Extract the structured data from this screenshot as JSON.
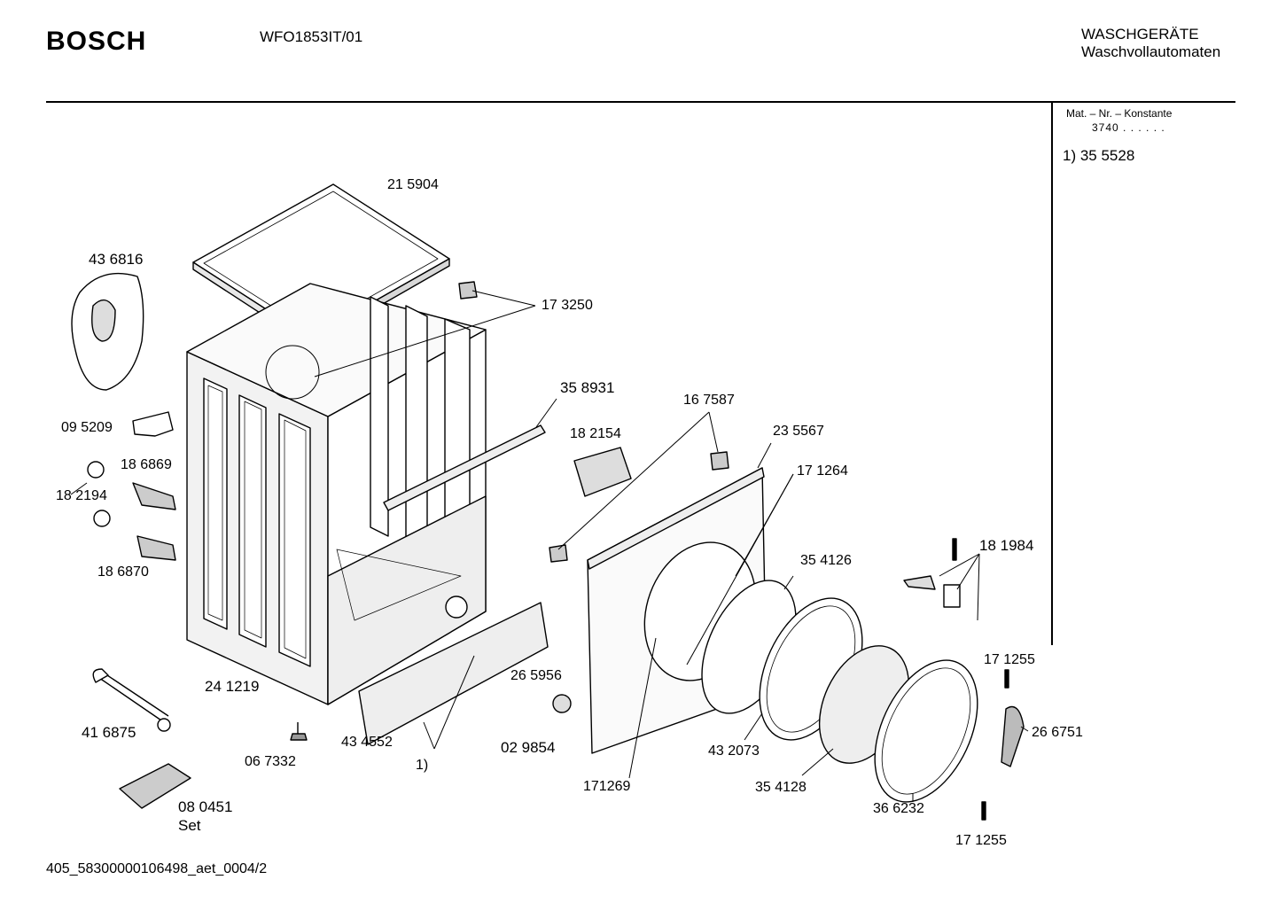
{
  "header": {
    "brand": "BOSCH",
    "model": "WFO1853IT/01",
    "category_line1": "WASCHGERÄTE",
    "category_line2": "Waschvollautomaten"
  },
  "sidebar": {
    "mat_label": "Mat. – Nr. – Konstante",
    "mat_value": "3740  .  .   .  .  .  .",
    "note": "1)  35 5528"
  },
  "footer": {
    "doc_id": "405_58300000106498_aet_0004/2"
  },
  "parts": [
    {
      "id": "p1",
      "label": "21 5904"
    },
    {
      "id": "p2",
      "label": "43 6816"
    },
    {
      "id": "p3",
      "label": "17 3250"
    },
    {
      "id": "p4",
      "label": "35 8931"
    },
    {
      "id": "p5",
      "label": "16 7587"
    },
    {
      "id": "p6",
      "label": "23 5567"
    },
    {
      "id": "p7",
      "label": "18 2154"
    },
    {
      "id": "p8",
      "label": "17 1264"
    },
    {
      "id": "p9",
      "label": "09 5209"
    },
    {
      "id": "p10",
      "label": "18 6869"
    },
    {
      "id": "p11",
      "label": "18 2194"
    },
    {
      "id": "p12",
      "label": "18 6870"
    },
    {
      "id": "p13",
      "label": "18 1984"
    },
    {
      "id": "p14",
      "label": "35 4126"
    },
    {
      "id": "p15",
      "label": "24 1219"
    },
    {
      "id": "p16",
      "label": "26 5956"
    },
    {
      "id": "p17",
      "label": "17 1255"
    },
    {
      "id": "p18",
      "label": "26 6751"
    },
    {
      "id": "p19",
      "label": "41 6875"
    },
    {
      "id": "p20",
      "label": "43 4552"
    },
    {
      "id": "p21",
      "label": "02 9854"
    },
    {
      "id": "p22",
      "label": "43 2073"
    },
    {
      "id": "p23",
      "label": "06 7332"
    },
    {
      "id": "p24",
      "label": "1)"
    },
    {
      "id": "p25",
      "label": "171269"
    },
    {
      "id": "p26",
      "label": "35 4128"
    },
    {
      "id": "p27",
      "label": "36 6232"
    },
    {
      "id": "p28",
      "label": "08 0451"
    },
    {
      "id": "p29",
      "label": "Set"
    },
    {
      "id": "p30",
      "label": "17 1255"
    }
  ]
}
